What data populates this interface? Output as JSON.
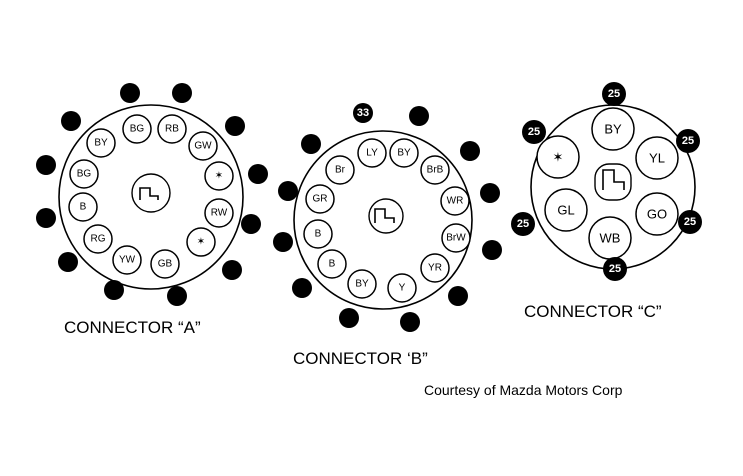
{
  "captions": {
    "connector_a": "CONNECTOR “A”",
    "connector_b": "CONNECTOR ‘B”",
    "connector_c": "CONNECTOR “C”",
    "credit": "Courtesy of Mazda Motors Corp"
  },
  "connector_a": {
    "pins": [
      "BY",
      "BG",
      "RB",
      "GW",
      "✶",
      "RW",
      "✶",
      "GB",
      "YW",
      "RG",
      "B",
      "BG"
    ],
    "numbers": [
      "",
      "",
      "",
      "",
      "",
      "",
      "",
      "",
      "",
      "",
      "",
      "",
      "",
      ""
    ]
  },
  "connector_b": {
    "pins": [
      "Br",
      "LY",
      "BY",
      "BrB",
      "WR",
      "BrW",
      "YR",
      "Y",
      "BY",
      "B",
      "B",
      "GR"
    ],
    "numbers": [
      "33",
      "",
      "",
      "",
      "",
      "",
      "",
      "",
      "",
      "",
      "",
      "",
      "",
      ""
    ]
  },
  "connector_c": {
    "pins": [
      "BY",
      "YL",
      "GO",
      "WB",
      "GL",
      "✶"
    ],
    "numbers": [
      "25",
      "25",
      "25",
      "25",
      "25",
      "25"
    ]
  }
}
